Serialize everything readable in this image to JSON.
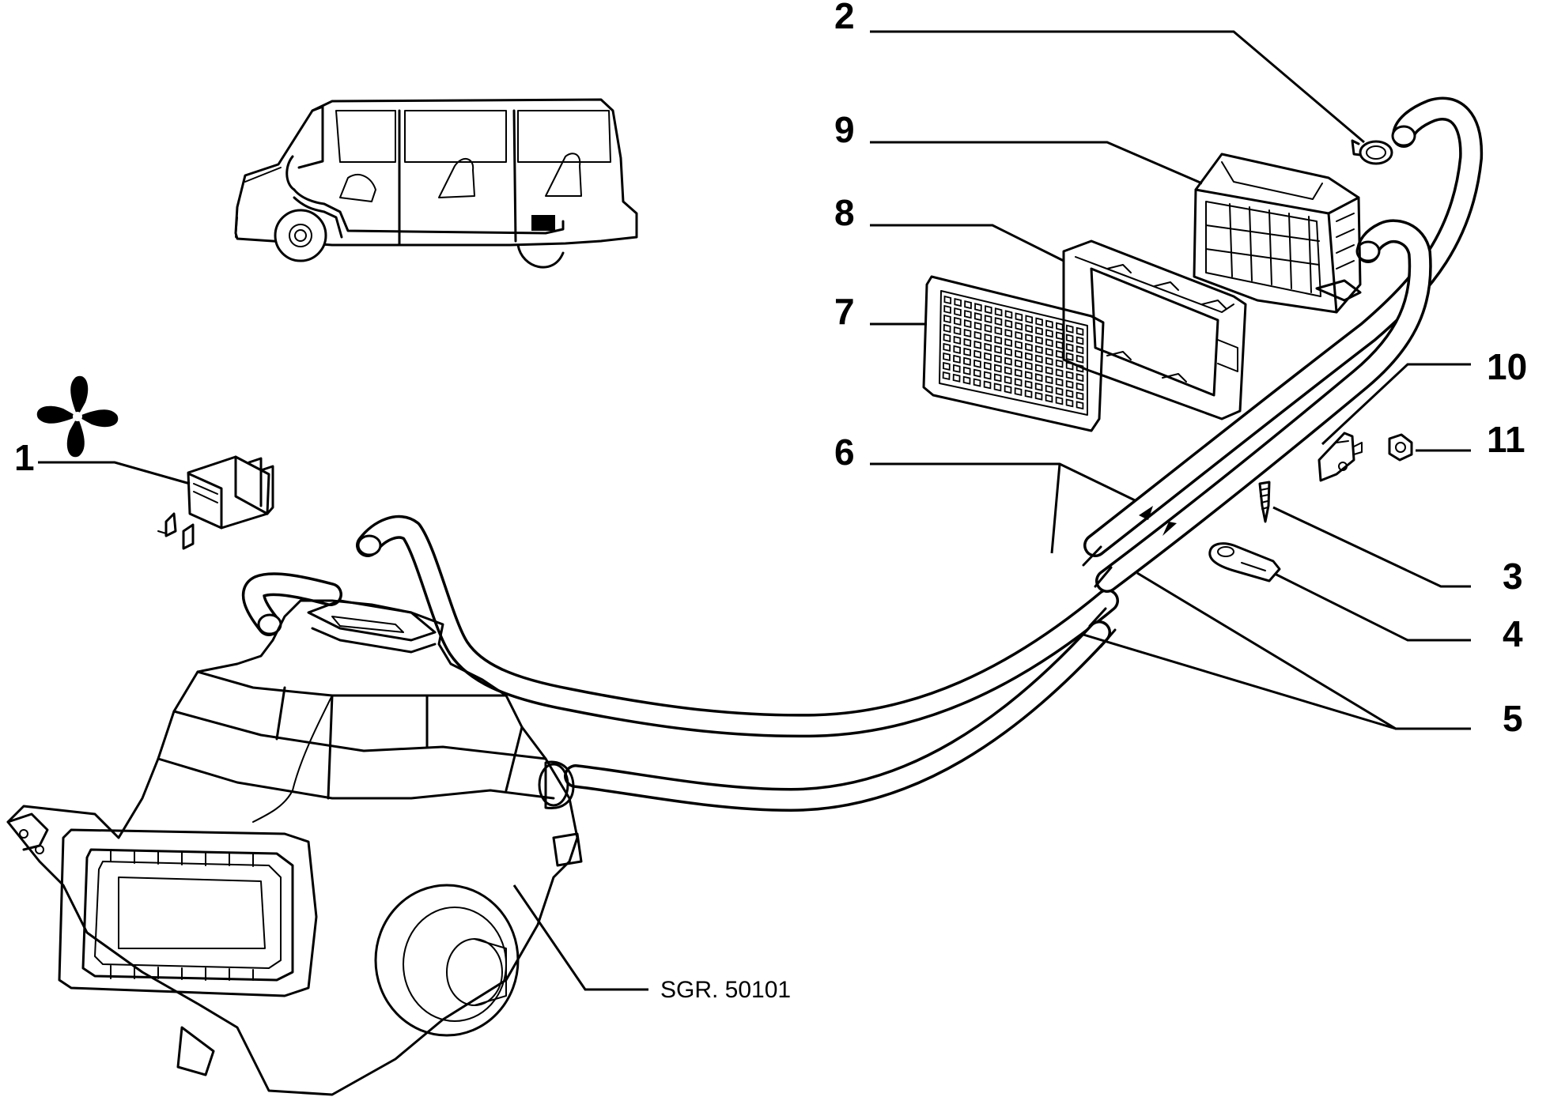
{
  "callouts": {
    "c1": "1",
    "c2": "2",
    "c3": "3",
    "c4": "4",
    "c5": "5",
    "c6": "6",
    "c7": "7",
    "c8": "8",
    "c9": "9",
    "c10": "10",
    "c11": "11"
  },
  "reference": "SGR. 50101",
  "icons": {
    "fan": "fan-icon",
    "vehicle": "van-icon"
  }
}
